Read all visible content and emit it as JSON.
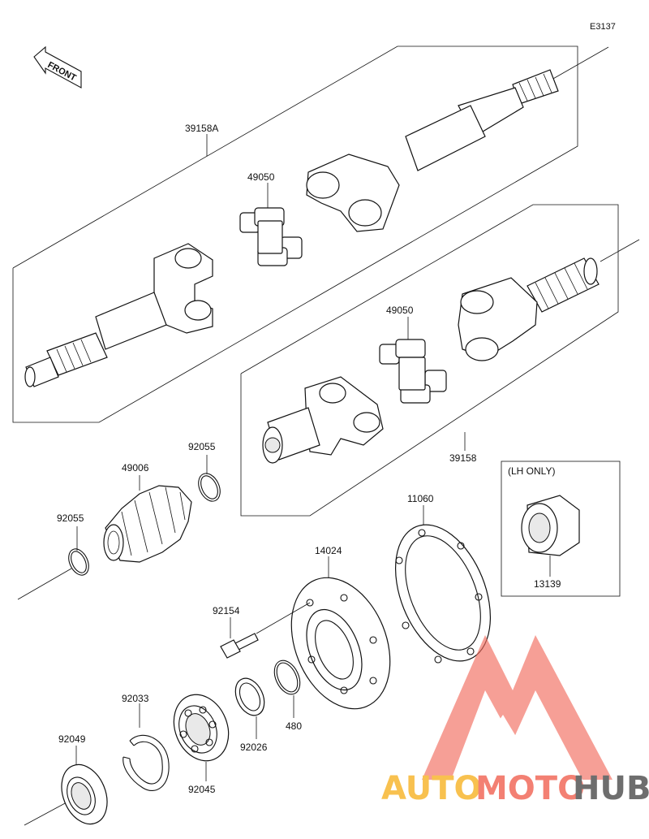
{
  "diagram_code": "E3137",
  "front_label": "FRONT",
  "lh_only_label": "(LH ONLY)",
  "parts": {
    "shaft_a": "39158A",
    "joint_upper": "49050",
    "joint_lower": "49050",
    "shaft_b": "39158",
    "oring_upper": "92055",
    "oring_left": "92055",
    "boot": "49006",
    "gasket": "11060",
    "housing": "14024",
    "bolt": "92154",
    "circlip_small": "480",
    "ring_92026": "92026",
    "circlip_large": "92033",
    "bearing": "92045",
    "seal": "92049",
    "lh_part": "13139"
  },
  "watermark": {
    "word_1": "AUTO",
    "word_2": "MOTO",
    "word_3": "HUB",
    "color_primary": "#f26a5b",
    "color_secondary": "#f7b731",
    "color_dark": "#555555"
  }
}
